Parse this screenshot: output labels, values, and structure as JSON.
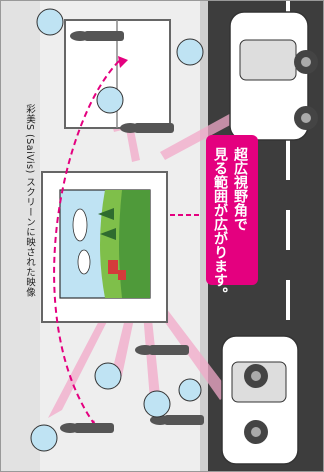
{
  "caption": "彩美S (SaiVis) スクリーンに映された映像",
  "callout": {
    "line1": "超広視野角で",
    "line2": "見る範囲が広がります。"
  },
  "colors": {
    "accent": "#e4007f",
    "sight_beam": "#f2a9c9",
    "road": "#3d3d3d",
    "sidewalk": "#e6e6e6",
    "screen_frame": "#666666"
  }
}
